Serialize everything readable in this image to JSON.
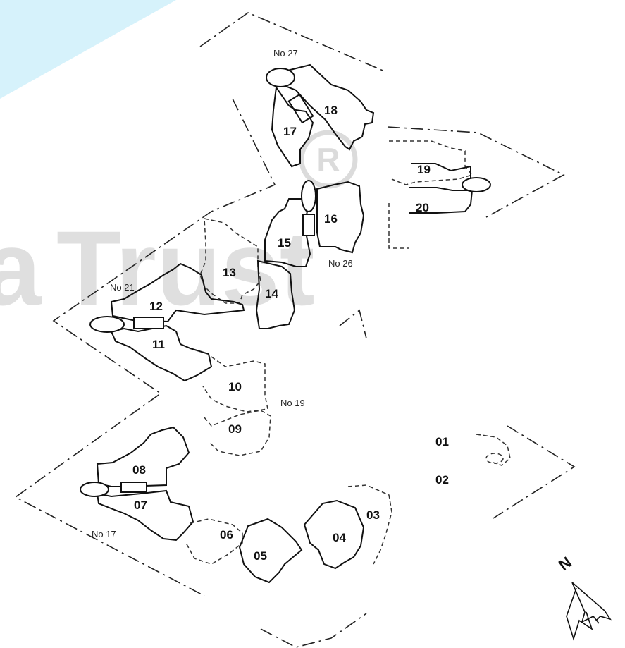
{
  "colors": {
    "accent_band": "#d6f2fb",
    "watermark": "#c6c6c6",
    "line": "#111111"
  },
  "watermark": {
    "text": "Trust",
    "lead": "a",
    "registered": "R"
  },
  "buildings": [
    {
      "id": "b27",
      "label": "No 27"
    },
    {
      "id": "b26",
      "label": "No 26"
    },
    {
      "id": "b21",
      "label": "No 21"
    },
    {
      "id": "b19",
      "label": "No 19"
    },
    {
      "id": "b17",
      "label": "No 17"
    }
  ],
  "units": {
    "u01": "01",
    "u02": "02",
    "u03": "03",
    "u04": "04",
    "u05": "05",
    "u06": "06",
    "u07": "07",
    "u08": "08",
    "u09": "09",
    "u10": "10",
    "u11": "11",
    "u12": "12",
    "u13": "13",
    "u14": "14",
    "u15": "15",
    "u16": "16",
    "u17": "17",
    "u18": "18",
    "u19": "19",
    "u20": "20"
  },
  "north_arrow": {
    "letter": "N",
    "icon": "north-arrow-icon"
  }
}
